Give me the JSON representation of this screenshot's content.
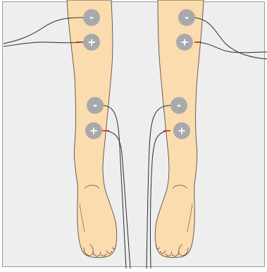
{
  "diagram": {
    "electrodes": [
      {
        "id": "left-thigh-negative",
        "polarity": "negative",
        "symbol": "-"
      },
      {
        "id": "left-thigh-positive",
        "polarity": "positive",
        "symbol": "+"
      },
      {
        "id": "left-shin-negative",
        "polarity": "negative",
        "symbol": "-"
      },
      {
        "id": "left-shin-positive",
        "polarity": "positive",
        "symbol": "+"
      },
      {
        "id": "right-thigh-negative",
        "polarity": "negative",
        "symbol": "-"
      },
      {
        "id": "right-thigh-positive",
        "polarity": "positive",
        "symbol": "+"
      },
      {
        "id": "right-shin-negative",
        "polarity": "negative",
        "symbol": "-"
      },
      {
        "id": "right-shin-positive",
        "polarity": "positive",
        "symbol": "+"
      }
    ],
    "colors": {
      "background": "#eeeeee",
      "frame": "#9a9a9a",
      "skin": "#fbdcae",
      "skin_outline": "#5a5045",
      "electrode": "#a9a9ad",
      "electrode_symbol": "#ffffff",
      "lead_wire": "#2a2a2a",
      "positive_lead_tip": "#d0282d"
    }
  }
}
